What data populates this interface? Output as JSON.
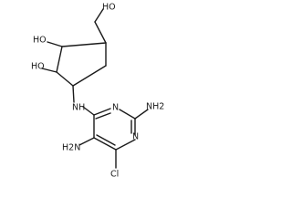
{
  "molecule": {
    "atom_labels": {
      "oh_top": "HO",
      "oh_ring1": "HO",
      "oh_ring2": "HO",
      "nh_link": "NH",
      "n_ring_top": "N",
      "n_ring_right": "N",
      "nh2_right": "NH2",
      "nh2_left": "H2N",
      "cl": "Cl"
    }
  }
}
